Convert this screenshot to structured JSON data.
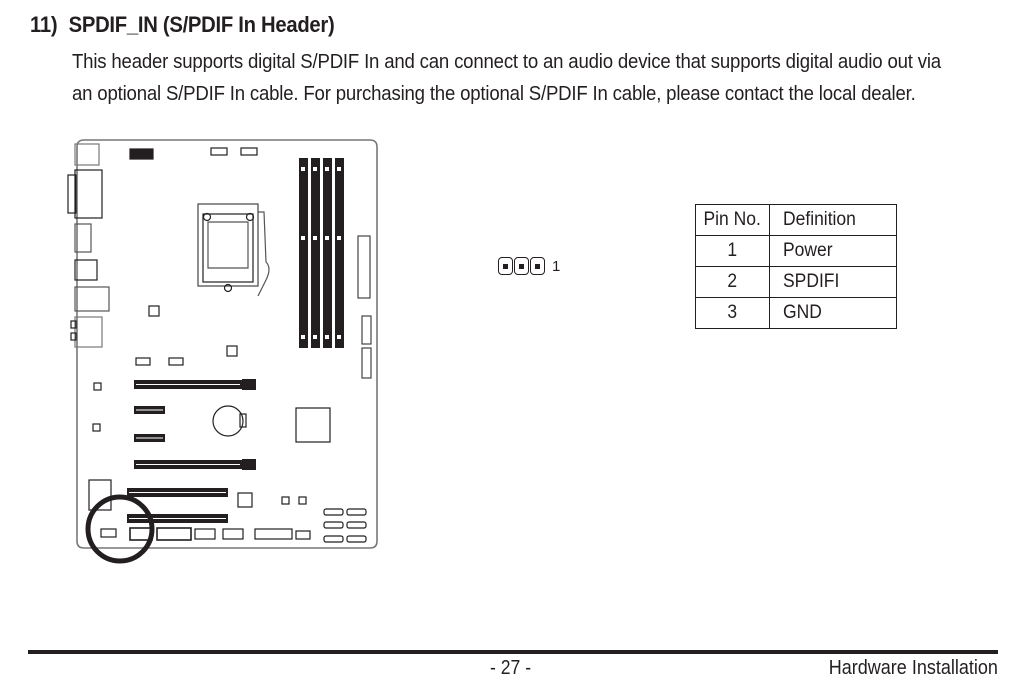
{
  "section": {
    "number": "11)",
    "title": "SPDIF_IN (S/PDIF In Header)",
    "description_lines": [
      "This header supports digital S/PDIF In and can connect to an audio device that supports digital audio out via",
      "an optional S/PDIF In cable. For purchasing the optional S/PDIF In cable, please contact the local dealer."
    ]
  },
  "diagram": {
    "board_icon": "motherboard-layout-icon",
    "highlight_icon": "location-circle-icon",
    "pin_header": {
      "pin_count": 3,
      "pin1_label": "1"
    }
  },
  "pin_table": {
    "headers": [
      "Pin No.",
      "Definition"
    ],
    "rows": [
      {
        "pin": "1",
        "definition": "Power"
      },
      {
        "pin": "2",
        "definition": "SPDIFI"
      },
      {
        "pin": "3",
        "definition": "GND"
      }
    ]
  },
  "footer": {
    "page_number": "- 27 -",
    "section_name": "Hardware Installation"
  }
}
